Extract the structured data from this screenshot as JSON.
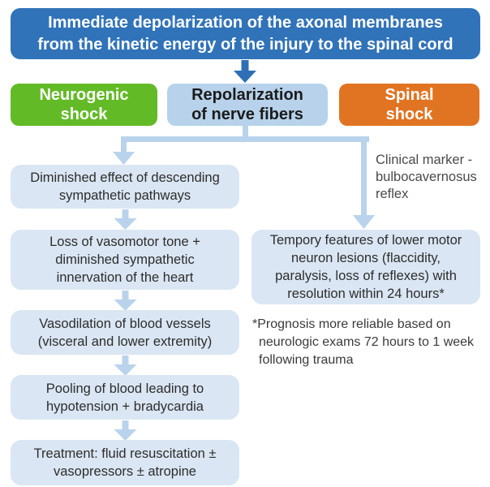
{
  "diagram": {
    "title_box": {
      "label": "Immediate depolarization of the axonal membranes\nfrom the kinetic energy of the injury to the spinal cord"
    },
    "branch_row": {
      "neurogenic": {
        "label": "Neurogenic\nshock"
      },
      "repolarization": {
        "label": "Repolarization\nof nerve fibers"
      },
      "spinal": {
        "label": "Spinal\nshock"
      }
    },
    "left_flow": {
      "steps": [
        {
          "label": "Diminished effect of descending\nsympathetic pathways"
        },
        {
          "label": "Loss of vasomotor tone +\ndiminished sympathetic\ninnervation of the heart"
        },
        {
          "label": "Vasodilation of blood vessels\n(visceral and lower extremity)"
        },
        {
          "label": "Pooling of blood leading to\nhypotension + bradycardia"
        },
        {
          "label": "Treatment: fluid resuscitation ±\nvasopressors ± atropine"
        }
      ]
    },
    "right_flow": {
      "edge_label": "Clinical marker -\nbulbocavernosus\nreflex",
      "box_label": "Tempory features of lower motor\nneuron lesions (flaccidity,\nparalysis, loss of reflexes) with\nresolution within 24 hours*",
      "footnote": "*Prognosis more reliable based on\nneurologic exams 72 hours to 1 week\nfollowing trauma"
    },
    "palette": {
      "primary_blue": "#3173b9",
      "arrow_dark_blue": "#2e6fb5",
      "green": "#63ba27",
      "orange": "#e17422",
      "light_blue_box": "#b7d2ea",
      "pale_blue_box": "#dae6f3",
      "connector_blue": "#b9d3ec",
      "background": "#ffffff"
    }
  }
}
